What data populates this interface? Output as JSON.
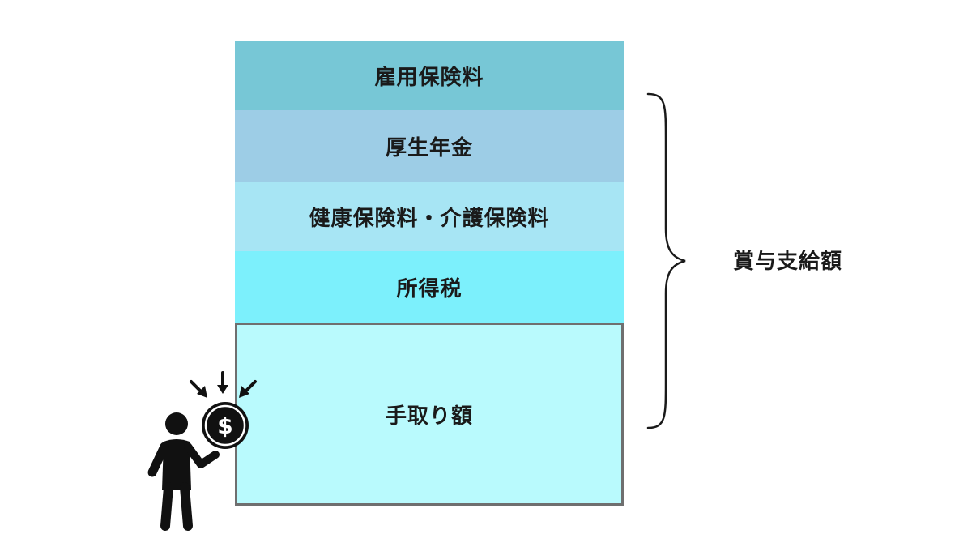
{
  "blocks": [
    {
      "label": "雇用保険料",
      "color": "#77c7d6"
    },
    {
      "label": "厚生年金",
      "color": "#9dcde6"
    },
    {
      "label": "健康保険料・介護保険料",
      "color": "#a7e5f4"
    },
    {
      "label": "所得税",
      "color": "#7cf0fc"
    },
    {
      "label": "手取り額",
      "color": "#b9fafd"
    }
  ],
  "brace_label": "賞与支給額",
  "icons": {
    "person": "person-receiving-money-icon",
    "coin": "dollar-coin-icon",
    "arrows": "incoming-arrows-icon"
  }
}
